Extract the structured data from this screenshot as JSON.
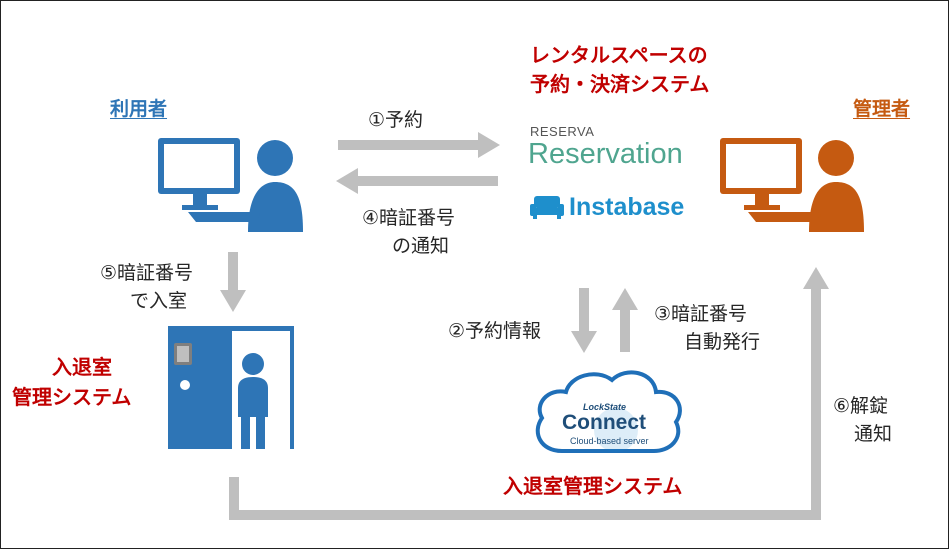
{
  "service": {
    "line1": "レンタルスペースの",
    "line2": "予約・決済システム"
  },
  "user": {
    "label": "利用者"
  },
  "admin": {
    "label": "管理者"
  },
  "entry_left": {
    "line1": "入退室",
    "line2": "管理システム"
  },
  "entry_bottom": {
    "label": "入退室管理システム"
  },
  "flows": {
    "f1": "①予約",
    "f4_l1": "④暗証番号",
    "f4_l2": "の通知",
    "f5_l1": "⑤暗証番号",
    "f5_l2": "で入室",
    "f2": "②予約情報",
    "f3_l1": "③暗証番号",
    "f3_l2": "自動発行",
    "f6_l1": "⑥解錠",
    "f6_l2": "通知"
  },
  "logos": {
    "reserva_small": "RESERVA",
    "reservation": "Reservation",
    "instabase": "Instabase",
    "lockstate": "LockState",
    "connect": "Connect",
    "cloud_sub": "Cloud-based server"
  },
  "colors": {
    "user_blue": "#2e75b6",
    "admin_orange": "#c55a11",
    "red": "#c00000",
    "arrow_gray": "#bfbfbf",
    "reservation_green": "#4fa58f",
    "instabase_blue": "#1e8fcc"
  }
}
